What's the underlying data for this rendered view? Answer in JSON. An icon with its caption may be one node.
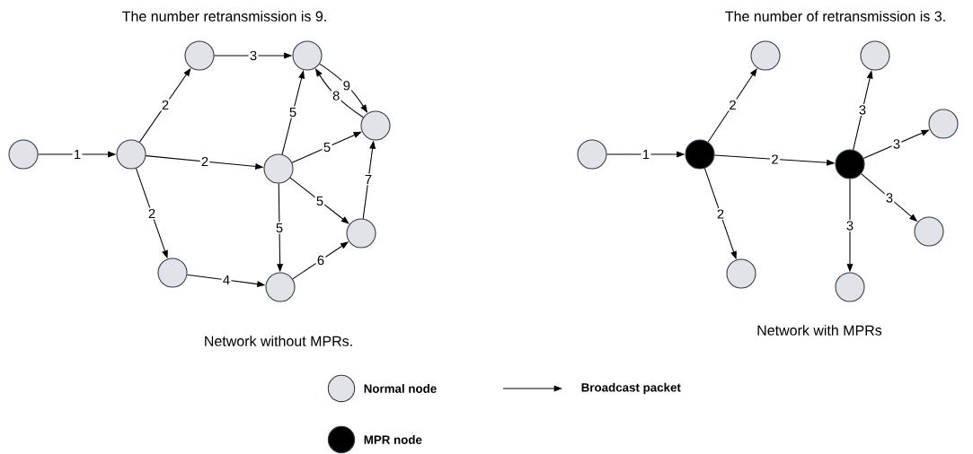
{
  "diagram": {
    "nodes": [
      {
        "text": [],
        "shape": "circle"
      },
      {
        "text": [],
        "shape": "circle"
      },
      {
        "text": [],
        "shape": "circle"
      },
      {
        "text": [],
        "shape": "circle"
      },
      {
        "text": [],
        "shape": "circle"
      },
      {
        "text": [],
        "shape": "circle"
      },
      {
        "text": [],
        "shape": "circle"
      },
      {
        "text": [],
        "shape": "circle"
      },
      {
        "text": [],
        "shape": "circle"
      },
      {
        "text": [],
        "shape": "circle"
      },
      {
        "text": [],
        "shape": "disc"
      },
      {
        "text": [],
        "shape": "circle"
      },
      {
        "text": [],
        "shape": "circle"
      },
      {
        "text": [],
        "shape": "disc"
      },
      {
        "text": [],
        "shape": "circle"
      },
      {
        "text": [],
        "shape": "circle"
      },
      {
        "text": [],
        "shape": "circle"
      },
      {
        "text": [],
        "shape": "circle"
      }
    ],
    "edges": [
      {
        "from": 0,
        "to": 1,
        "arrow": "to",
        "label": "1"
      },
      {
        "from": 1,
        "to": 2,
        "arrow": "to",
        "label": "2"
      },
      {
        "from": 2,
        "to": 3,
        "arrow": "to",
        "label": "3"
      },
      {
        "from": 1,
        "to": 5,
        "arrow": "to",
        "label": "2"
      },
      {
        "from": 1,
        "to": 4,
        "arrow": "to",
        "label": "2"
      },
      {
        "from": 4,
        "to": 8,
        "arrow": "to",
        "label": "4"
      },
      {
        "from": 5,
        "to": 3,
        "arrow": "to",
        "label": "5"
      },
      {
        "from": 5,
        "to": 6,
        "arrow": "to",
        "label": "5"
      },
      {
        "from": 5,
        "to": 7,
        "arrow": "to",
        "label": "5"
      },
      {
        "from": 5,
        "to": 8,
        "arrow": "to",
        "label": "5"
      },
      {
        "from": 8,
        "to": 7,
        "arrow": "to",
        "label": "6"
      },
      {
        "from": 7,
        "to": 6,
        "arrow": "to",
        "label": "7"
      },
      {
        "from": 6,
        "to": 3,
        "arrow": "to",
        "label": "8"
      },
      {
        "from": 3,
        "to": 6,
        "arrow": "to",
        "label": "9"
      },
      {
        "from": 9,
        "to": 10,
        "arrow": "to",
        "label": "1"
      },
      {
        "from": 10,
        "to": 11,
        "arrow": "to",
        "label": "2"
      },
      {
        "from": 10,
        "to": 12,
        "arrow": "to",
        "label": "2"
      },
      {
        "from": 10,
        "to": 13,
        "arrow": "to",
        "label": "2"
      },
      {
        "from": 13,
        "to": 14,
        "arrow": "to",
        "label": "3"
      },
      {
        "from": 13,
        "to": 15,
        "arrow": "to",
        "label": "3"
      },
      {
        "from": 13,
        "to": 16,
        "arrow": "to",
        "label": "3"
      },
      {
        "from": 13,
        "to": 17,
        "arrow": "to",
        "label": "3"
      }
    ],
    "labels": [
      "The number retransmission is 9.",
      "The number of retransmission is 3.",
      "Network without MPRs.",
      "Network with MPRs"
    ],
    "legend": [
      {
        "text": "Normal node"
      },
      {
        "text": "Broadcast packet"
      },
      {
        "text": "MPR node"
      }
    ]
  }
}
